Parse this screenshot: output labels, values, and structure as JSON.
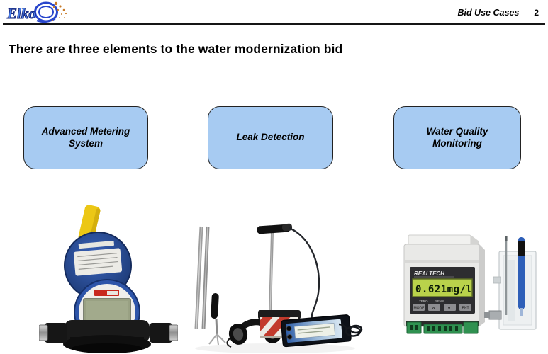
{
  "header": {
    "logo_text": "Elko",
    "title": "Bid Use Cases",
    "page_number": "2"
  },
  "slide_title": "There are three elements to the water modernization bid",
  "elements": [
    {
      "label": "Advanced Metering System",
      "image": "water-meter"
    },
    {
      "label": "Leak Detection",
      "image": "leak-detection-equipment"
    },
    {
      "label": "Water Quality Monitoring",
      "image": "water-quality-monitor"
    }
  ],
  "water_quality_monitor": {
    "brand": "REALTECH",
    "display_value": "0.621mg/l",
    "labels": {
      "zero": "ZERO",
      "sens": "SENS"
    },
    "buttons": [
      "MODE",
      "∧",
      "∨",
      "ENT"
    ]
  },
  "colors": {
    "box_fill": "#a7cbf2",
    "box_border": "#222222",
    "rule": "#151515",
    "logo_blue": "#2946cc",
    "logo_sparkle_orange": "#c87a28",
    "meter_blue": "#2b4f9e",
    "meter_cap_yellow": "#ecc715",
    "meter_lcd_gray_green": "#99a183",
    "ground_mic_red": "#c23a2c",
    "monitor_lcd_green": "#b9d24b"
  }
}
